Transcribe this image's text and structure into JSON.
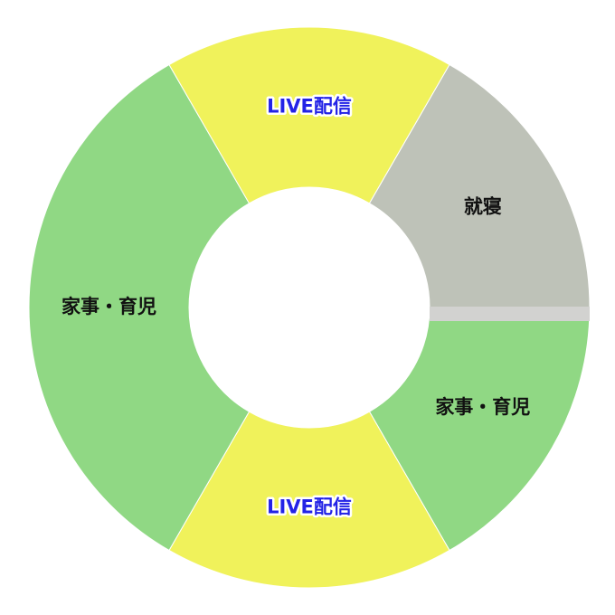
{
  "chart_data": {
    "type": "pie",
    "style": "donut",
    "unit": "hours",
    "start_hour": 0,
    "direction": "clockwise from 3 o'clock",
    "segments": [
      {
        "label": "家事・育児",
        "start": 0,
        "end": 4,
        "value": 4,
        "color": "#90d884",
        "label_color": "#111111"
      },
      {
        "label": "LIVE配信",
        "start": 4,
        "end": 8,
        "value": 4,
        "color": "#f0f25b",
        "label_color": "#2323e6"
      },
      {
        "label": "家事・育児",
        "start": 8,
        "end": 16,
        "value": 8,
        "color": "#90d884",
        "label_color": "#111111"
      },
      {
        "label": "LIVE配信",
        "start": 16,
        "end": 20,
        "value": 4,
        "color": "#f0f25b",
        "label_color": "#2323e6"
      },
      {
        "label": "就寝",
        "start": 20,
        "end": 24,
        "value": 4,
        "color": "#bec2b8",
        "label_color": "#111111"
      }
    ],
    "total": 24,
    "title": "",
    "legend": "none"
  }
}
